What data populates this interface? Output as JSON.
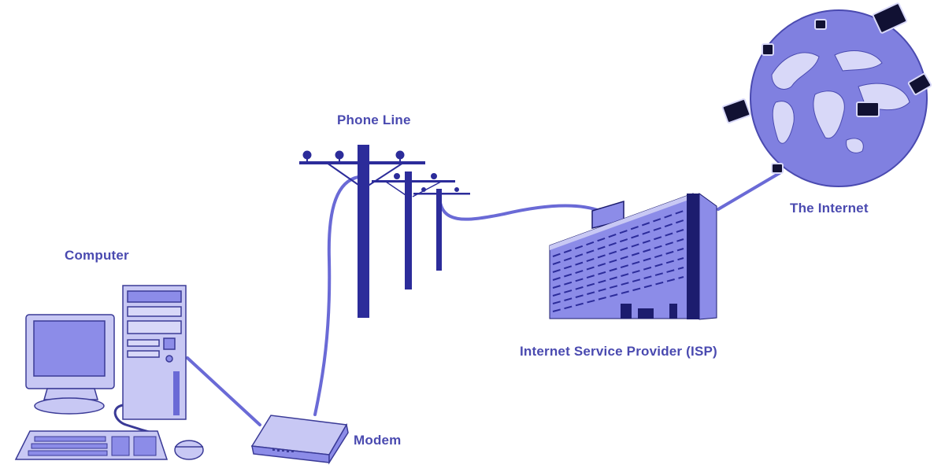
{
  "diagram": {
    "type": "network-connection-flow",
    "colors": {
      "line": "#6a6ad6",
      "fill_light": "#c8c8f4",
      "fill_mid": "#8c8ce8",
      "fill_dark": "#2c2c9a",
      "ink": "#1c1c6e",
      "text": "#4a4ab0"
    },
    "nodes": [
      {
        "id": "computer",
        "label": "Computer",
        "icon": "desktop-computer-icon"
      },
      {
        "id": "modem",
        "label": "Modem",
        "icon": "modem-icon"
      },
      {
        "id": "phone_line",
        "label": "Phone Line",
        "icon": "telephone-pole-icon"
      },
      {
        "id": "isp",
        "label": "Internet Service Provider (ISP)",
        "icon": "office-building-icon"
      },
      {
        "id": "internet",
        "label": "The Internet",
        "icon": "globe-with-computers-icon"
      }
    ],
    "edges": [
      {
        "from": "computer",
        "to": "modem"
      },
      {
        "from": "modem",
        "to": "phone_line"
      },
      {
        "from": "phone_line",
        "to": "isp"
      },
      {
        "from": "isp",
        "to": "internet"
      }
    ]
  }
}
